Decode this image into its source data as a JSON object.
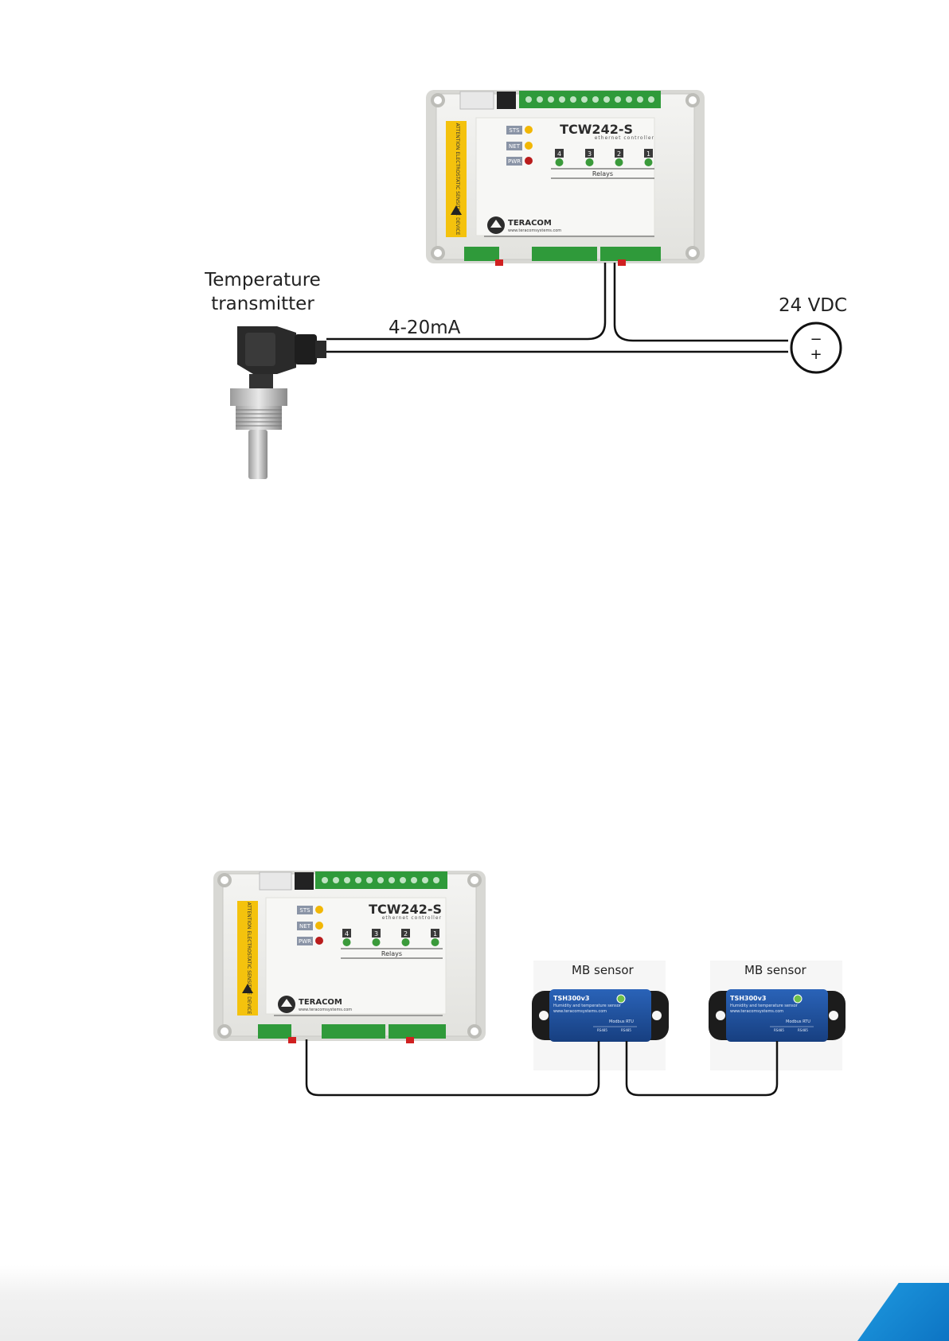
{
  "diagram1": {
    "controller": {
      "model": "TCW242-S",
      "subtitle": "ethernet controller",
      "leds": [
        "STS",
        "NET",
        "PWR"
      ],
      "relay_numbers": [
        "4",
        "3",
        "2",
        "1"
      ],
      "relays_label": "Relays",
      "brand": "TERACOM",
      "website": "www.teracomsystems.com",
      "warning": "ATTENTION ELECTROSTATIC SENSITIVE DEVICE"
    },
    "transmitter_label": "Temperature transmitter",
    "transmitter_label_line1": "Temperature",
    "transmitter_label_line2": "transmitter",
    "signal_label": "4-20mA",
    "power_label": "24 VDC",
    "power_minus": "−",
    "power_plus": "+"
  },
  "diagram2": {
    "controller": {
      "model": "TCW242-S",
      "subtitle": "ethernet controller",
      "leds": [
        "STS",
        "NET",
        "PWR"
      ],
      "relay_numbers": [
        "4",
        "3",
        "2",
        "1"
      ],
      "relays_label": "Relays",
      "brand": "TERACOM",
      "website": "www.teracomsystems.com",
      "warning": "ATTENTION ELECTROSTATIC SENSITIVE DEVICE"
    },
    "sensors": [
      {
        "label": "MB sensor",
        "model": "TSH300v3",
        "desc": "Humidity and temperature sensor",
        "website": "www.teracomsystems.com",
        "bus": "Modbus RTU",
        "port1": "RS485",
        "port2": "RS485"
      },
      {
        "label": "MB sensor",
        "model": "TSH300v3",
        "desc": "Humidity and temperature sensor",
        "website": "www.teracomsystems.com",
        "bus": "Modbus RTU",
        "port1": "RS485",
        "port2": "RS485"
      }
    ]
  },
  "colors": {
    "terminal_green": "#2f9a3a",
    "warning_yellow": "#f4c20d",
    "sensor_blue": "#1f4f9c",
    "footer_blue": "#1e9ae0"
  }
}
